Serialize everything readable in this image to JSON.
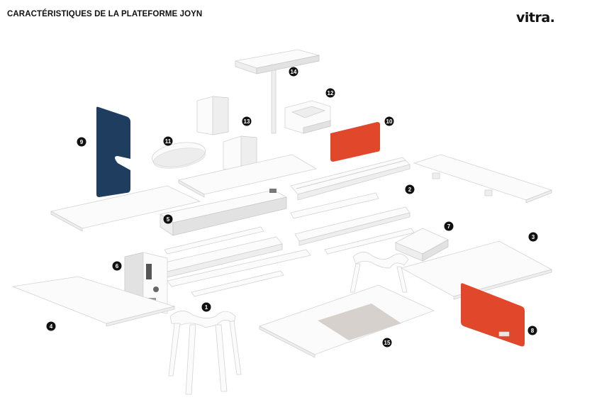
{
  "header": {
    "title": "CARACTÉRISTIQUES DE LA PLATEFORME JOYN",
    "logo_text": "vitra."
  },
  "colors": {
    "navy_screen": "#1f3d5e",
    "red_screen": "#e0472b",
    "mat": "#d6d1cc"
  },
  "callouts": [
    "1",
    "2",
    "3",
    "4",
    "5",
    "6",
    "7",
    "8",
    "9",
    "10",
    "11",
    "12",
    "13",
    "14",
    "15"
  ]
}
